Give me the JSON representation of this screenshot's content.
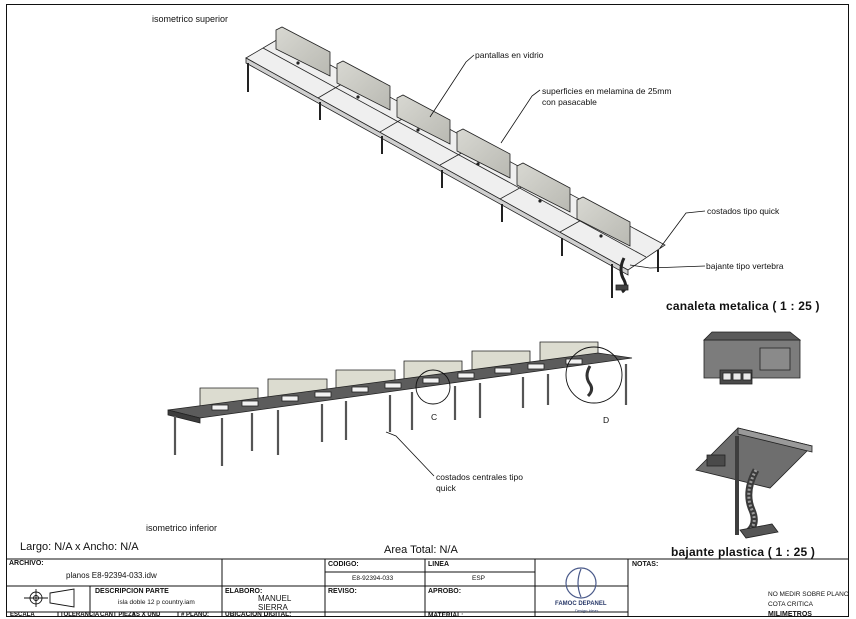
{
  "views": {
    "top_iso_title": "isometrico superior",
    "bottom_iso_title": "isometrico inferior"
  },
  "callouts": {
    "glass_screens": "pantallas en vidrio",
    "melamine_surfaces_line1": "superficies en melamina de 25mm",
    "melamine_surfaces_line2": "con pasacable",
    "quick_sides": "costados tipo quick",
    "vertebra_drop": "bajante tipo vertebra",
    "central_quick_line1": "costados centrales tipo",
    "central_quick_line2": "quick",
    "detail_c": "C",
    "detail_d": "D"
  },
  "details": {
    "metal_channel": "canaleta metalica ( 1 : 25 )",
    "plastic_drop": "bajante plastica ( 1 : 25 )"
  },
  "dimensions": {
    "size": "Largo: N/A x Ancho: N/A",
    "total_area": "Area Total: N/A"
  },
  "title_block": {
    "archivo_label": "ARCHIVO:",
    "archivo_value": "planos E8-92394-033.idw",
    "descripcion_label": "DESCRIPCION PARTE",
    "descripcion_value": "isla doble 12 p country.iam",
    "escala_label": "ESCALA",
    "tolerancia_label": "TOLERANCIA",
    "cant_piezas_label": "CANT PIEZAS X UND",
    "plano_label": "# PLANO:",
    "elaboro_label": "ELABORO:",
    "elaboro_value_line1": "MANUEL",
    "elaboro_value_line2": "SIERRA",
    "ubicacion_label": "UBICACION DIGITAL:",
    "codigo_label": "CODIGO:",
    "codigo_value": "E8-92394-033",
    "reviso_label": "REVISO:",
    "linea_label": "LINEA",
    "linea_value": "ESP",
    "aprobo_label": "APROBO:",
    "material_label": "MATERIAL:",
    "logo_text": "FAMOC DEPANEL",
    "logo_sub": "Design Ideas",
    "notas_label": "NOTAS:",
    "nota_1": "NO MEDIR SOBRE PLANO",
    "nota_2": "COTA CRITICA",
    "unidades": "MILIMETROS"
  }
}
